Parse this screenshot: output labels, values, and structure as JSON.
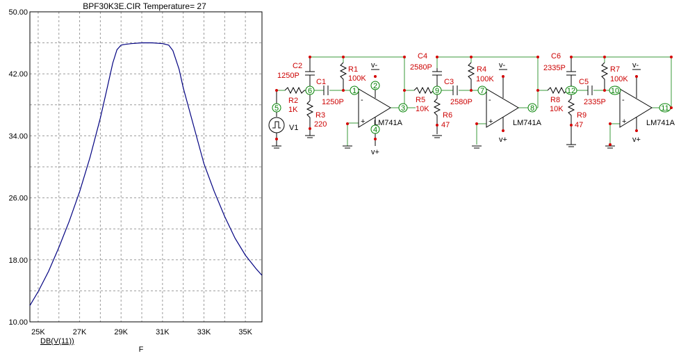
{
  "plot": {
    "title": "BPF30K3E.CIR Temperature= 27",
    "y_expr": "DB(V(11))",
    "x_name": "F"
  },
  "chart_data": {
    "type": "line",
    "title": "BPF30K3E.CIR Temperature= 27",
    "xlabel": "F",
    "ylabel": "DB(V(11))",
    "xlim": [
      24.6,
      35.8
    ],
    "ylim": [
      10,
      50
    ],
    "x_unit": "kHz",
    "x_ticks": [
      "25K",
      "27K",
      "29K",
      "31K",
      "33K",
      "35K"
    ],
    "x_tick_values": [
      25,
      27,
      29,
      31,
      33,
      35
    ],
    "y_ticks": [
      "10.00",
      "18.00",
      "26.00",
      "34.00",
      "42.00",
      "50.00"
    ],
    "y_tick_values": [
      10,
      18,
      26,
      34,
      42,
      50
    ],
    "grid": true,
    "series": [
      {
        "color": "#000080",
        "x": [
          24.6,
          25.0,
          25.5,
          26.0,
          26.5,
          27.0,
          27.5,
          28.0,
          28.3,
          28.6,
          28.8,
          29.0,
          29.2,
          29.5,
          30.0,
          30.5,
          31.0,
          31.3,
          31.5,
          31.8,
          32.0,
          32.5,
          33.0,
          33.5,
          34.0,
          34.5,
          35.0,
          35.5,
          35.8
        ],
        "y": [
          12.1,
          13.9,
          16.5,
          19.6,
          23.0,
          26.8,
          31.2,
          36.3,
          39.8,
          43.4,
          45.1,
          45.7,
          45.8,
          45.9,
          46.0,
          46.0,
          45.9,
          45.7,
          45.0,
          42.6,
          40.2,
          35.3,
          30.4,
          26.8,
          23.6,
          20.8,
          18.6,
          16.9,
          16.0
        ]
      }
    ]
  },
  "schematic": {
    "labels": {
      "C2": "C2",
      "C2v": "1250P",
      "C1": "C1",
      "C1v": "1250P",
      "R1": "R1",
      "R1v": "100K",
      "R2": "R2",
      "R2v": "1K",
      "R3": "R3",
      "R3v": "220",
      "V1": "V1",
      "C4": "C4",
      "C4v": "2580P",
      "C3": "C3",
      "C3v": "2580P",
      "R4": "R4",
      "R4v": "100K",
      "R5": "R5",
      "R5v": "10K",
      "R6": "R6",
      "R6v": "47",
      "C6": "C6",
      "C6v": "2335P",
      "C5": "C5",
      "C5v": "2335P",
      "R7": "R7",
      "R7v": "100K",
      "R8": "R8",
      "R8v": "10K",
      "R9": "R9",
      "R9v": "47",
      "U1": "LM741A",
      "U2": "LM741A",
      "U3": "LM741A",
      "vm": "v-",
      "vp": "v+",
      "n1": "1",
      "n2": "2",
      "n3": "3",
      "n4": "4",
      "n5": "5",
      "n6": "6",
      "n7": "7",
      "n8": "8",
      "n9": "9",
      "n10": "10",
      "n11": "11",
      "n12": "12"
    }
  }
}
